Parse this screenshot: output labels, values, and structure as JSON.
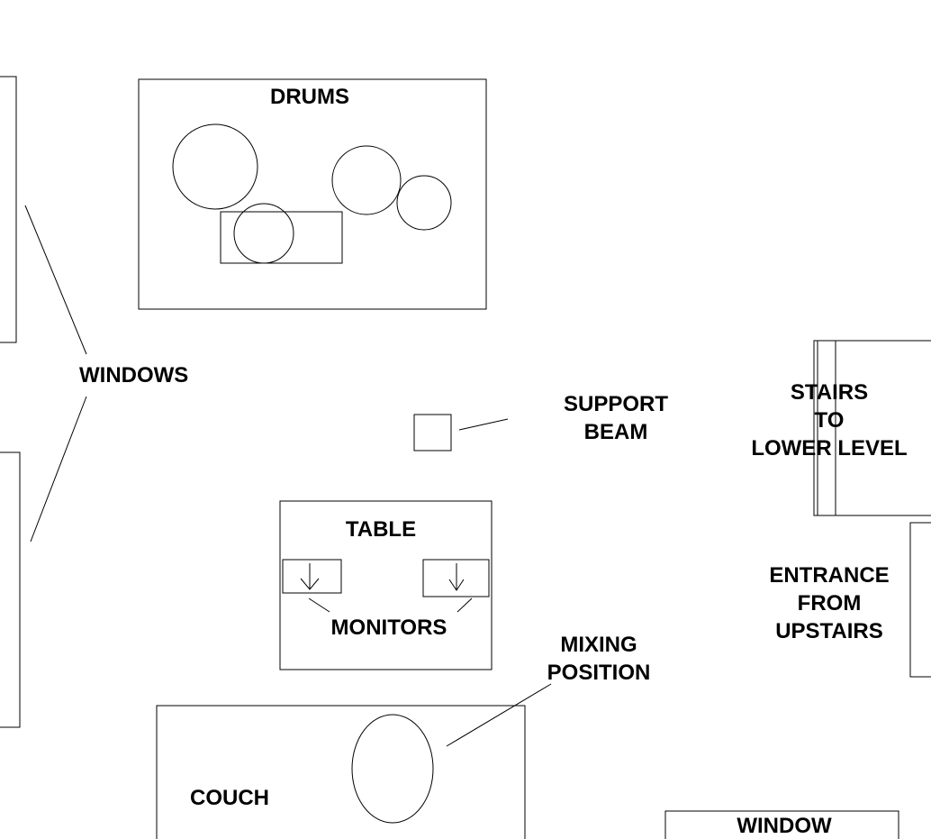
{
  "labels": {
    "drums": "DRUMS",
    "windows": "WINDOWS",
    "support_beam": [
      "SUPPORT",
      "BEAM"
    ],
    "stairs": [
      "STAIRS",
      "TO",
      "LOWER LEVEL"
    ],
    "table": "TABLE",
    "monitors": "MONITORS",
    "mixing_position": [
      "MIXING",
      "POSITION"
    ],
    "entrance": [
      "ENTRANCE",
      "FROM",
      "UPSTAIRS"
    ],
    "couch": "COUCH",
    "window": "WINDOW"
  }
}
